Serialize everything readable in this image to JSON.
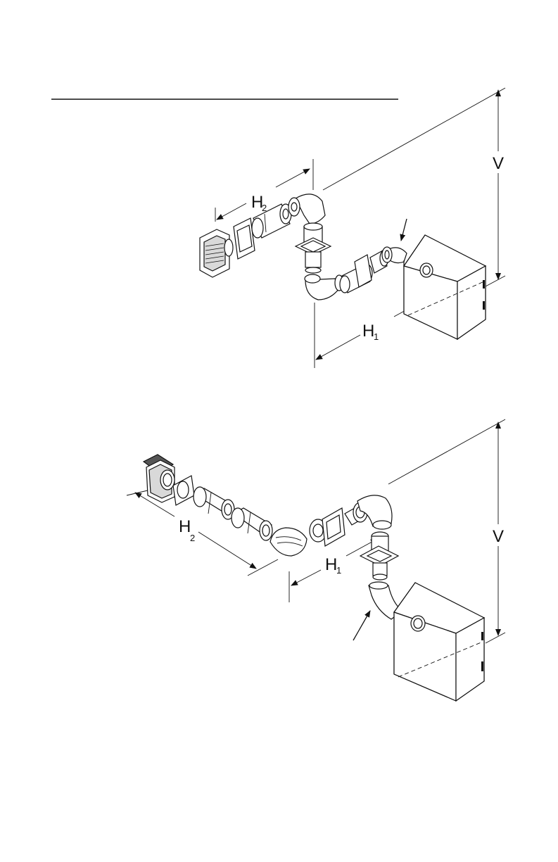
{
  "colors": {
    "line": "#111111",
    "background": "#ffffff",
    "shade": "#d9d9d9",
    "dark": "#555555"
  },
  "figure_top": {
    "label_h2_main": "H",
    "label_h2_sub": "2",
    "label_h1_main": "H",
    "label_h1_sub": "1",
    "label_v": "V"
  },
  "figure_bottom": {
    "label_h2_main": "H",
    "label_h2_sub": "2",
    "label_h1_main": "H",
    "label_h1_sub": "1",
    "label_v": "V"
  }
}
